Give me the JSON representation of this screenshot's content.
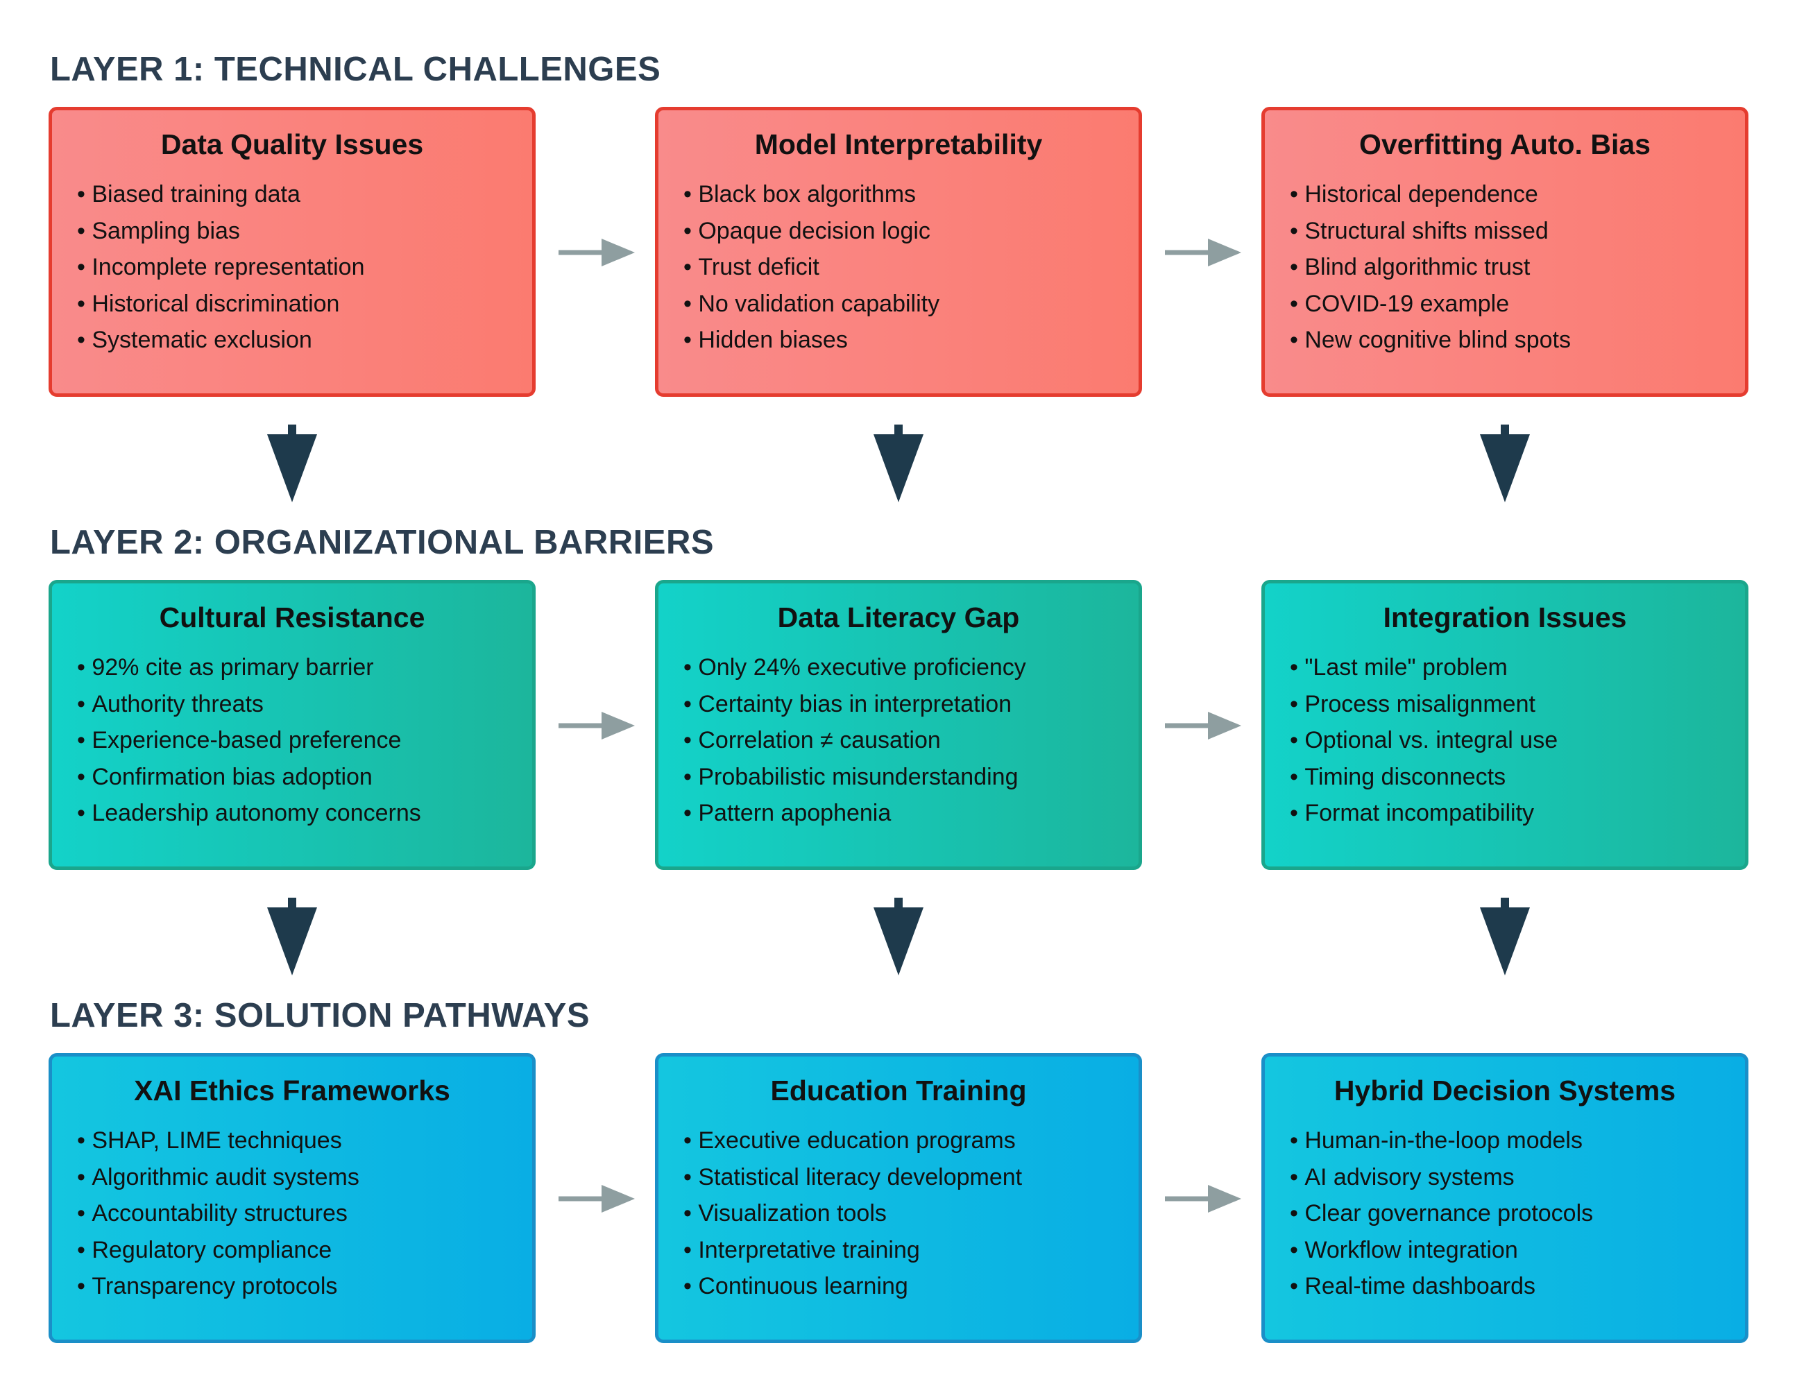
{
  "layers": [
    {
      "title": "LAYER 1: TECHNICAL CHALLENGES",
      "boxes": [
        {
          "title": "Data Quality Issues",
          "items": [
            "Biased training data",
            "Sampling bias",
            "Incomplete representation",
            "Historical discrimination",
            "Systematic exclusion"
          ]
        },
        {
          "title": "Model Interpretability",
          "items": [
            "Black box algorithms",
            "Opaque decision logic",
            "Trust deficit",
            "No validation capability",
            "Hidden biases"
          ]
        },
        {
          "title": "Overfitting Auto. Bias",
          "items": [
            "Historical dependence",
            "Structural shifts missed",
            "Blind algorithmic trust",
            "COVID-19 example",
            "New cognitive blind spots"
          ]
        }
      ]
    },
    {
      "title": "LAYER 2: ORGANIZATIONAL BARRIERS",
      "boxes": [
        {
          "title": "Cultural Resistance",
          "items": [
            "92% cite as primary barrier",
            "Authority threats",
            "Experience-based preference",
            "Confirmation bias adoption",
            "Leadership autonomy concerns"
          ]
        },
        {
          "title": "Data Literacy Gap",
          "items": [
            "Only 24% executive proficiency",
            "Certainty bias in interpretation",
            "Correlation ≠ causation",
            "Probabilistic misunderstanding",
            "Pattern apophenia"
          ]
        },
        {
          "title": "Integration Issues",
          "items": [
            "\"Last mile\" problem",
            "Process misalignment",
            "Optional vs. integral use",
            "Timing disconnects",
            "Format incompatibility"
          ]
        }
      ]
    },
    {
      "title": "LAYER 3: SOLUTION PATHWAYS",
      "boxes": [
        {
          "title": "XAI Ethics Frameworks",
          "items": [
            "SHAP, LIME techniques",
            "Algorithmic audit systems",
            "Accountability structures",
            "Regulatory compliance",
            "Transparency protocols"
          ]
        },
        {
          "title": "Education Training",
          "items": [
            "Executive education programs",
            "Statistical literacy development",
            "Visualization tools",
            "Interpretative training",
            "Continuous learning"
          ]
        },
        {
          "title": "Hybrid Decision Systems",
          "items": [
            "Human-in-the-loop models",
            "AI advisory systems",
            "Clear governance protocols",
            "Workflow integration",
            "Real-time dashboards"
          ]
        }
      ]
    }
  ],
  "colors": {
    "layer_title": "#2c3e50",
    "red_fill": "#fb8580",
    "red_border": "#e53c2f",
    "teal_fill": "#17c5b5",
    "teal_border": "#1aa68c",
    "blue_fill": "#10bbe2",
    "blue_border": "#1a8fc8",
    "horizontal_arrow": "#8e9ea0",
    "vertical_arrow": "#1e3a4c"
  }
}
